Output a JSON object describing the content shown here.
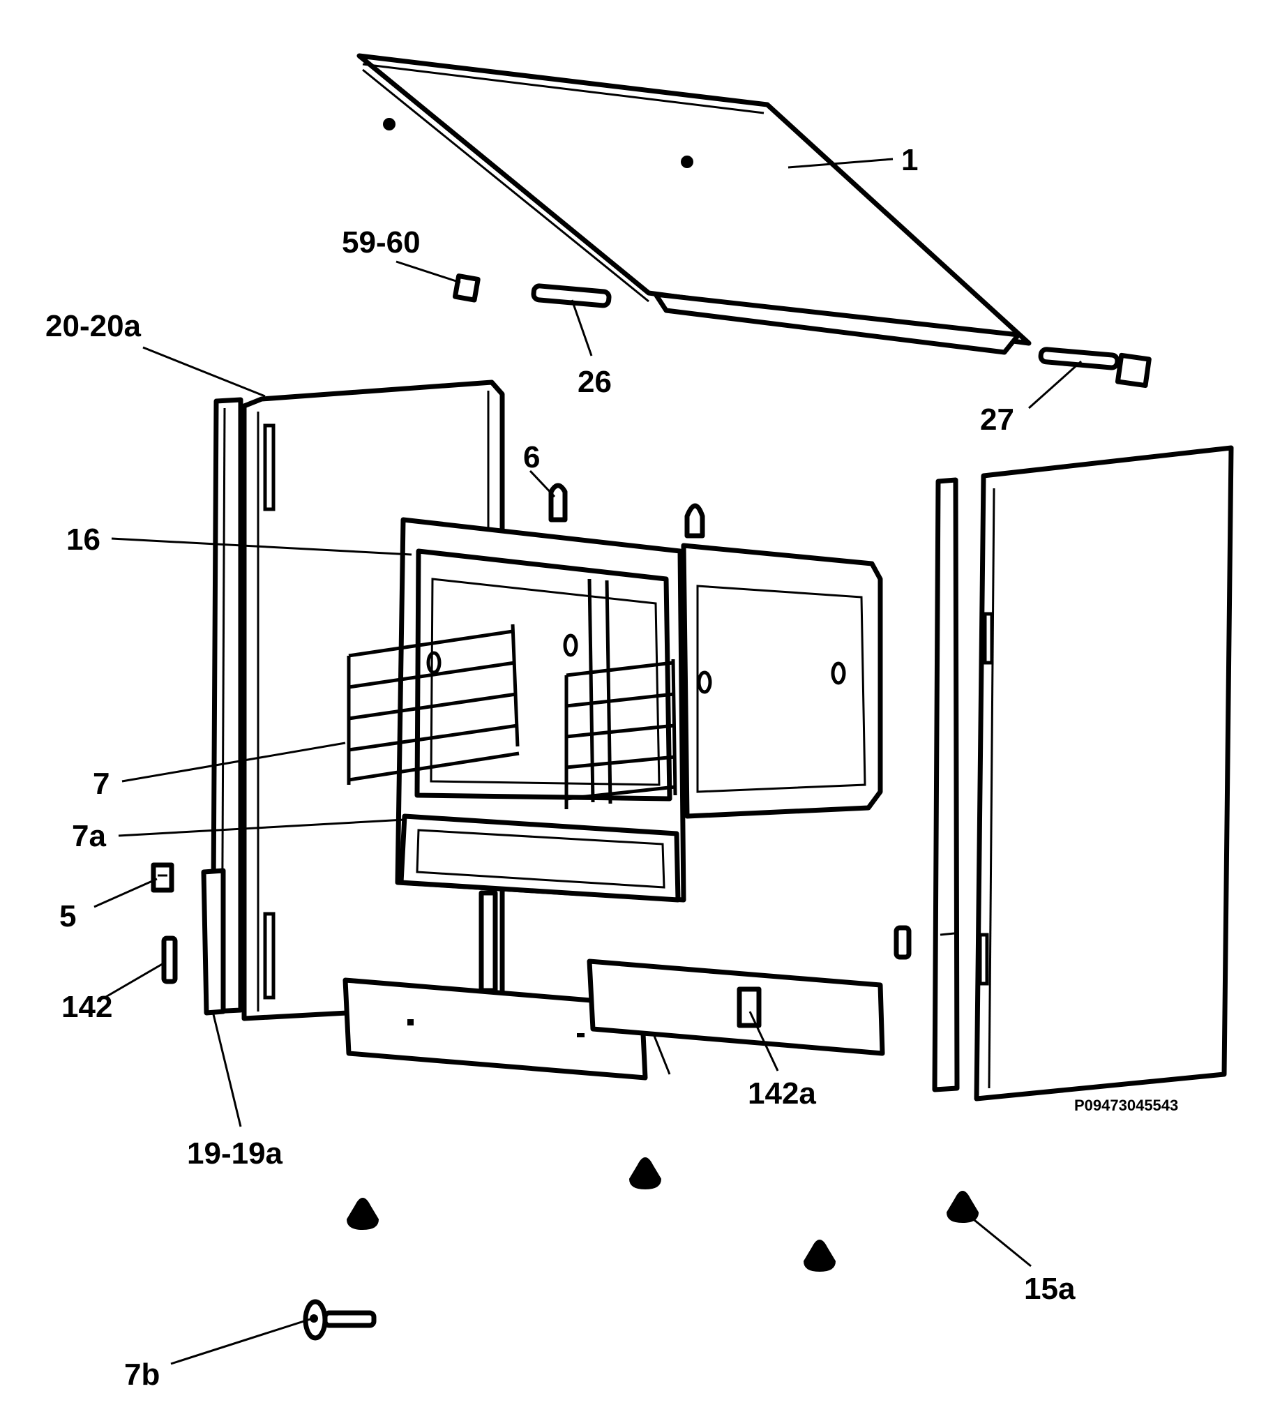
{
  "diagram": {
    "drawing_code": "P09473045543",
    "part_labels": {
      "p1": "1",
      "p59_60": "59-60",
      "p20_20a": "20-20a",
      "p26": "26",
      "p27": "27",
      "p6": "6",
      "p16": "16",
      "p7": "7",
      "p7a": "7a",
      "p5": "5",
      "p142": "142",
      "p142a": "142a",
      "p19_19a": "19-19a",
      "p15a": "15a",
      "p7b": "7b"
    },
    "colors": {
      "ink": "#000000",
      "paper": "#ffffff"
    }
  }
}
